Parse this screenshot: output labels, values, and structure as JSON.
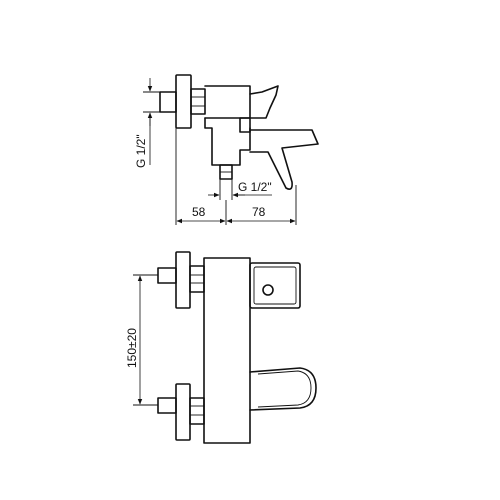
{
  "dimensions": {
    "thread_side": "G 1/2\"",
    "thread_bottom": "G 1/2\"",
    "depth_wall": "58",
    "depth_spout": "78",
    "centers": "150±20"
  }
}
